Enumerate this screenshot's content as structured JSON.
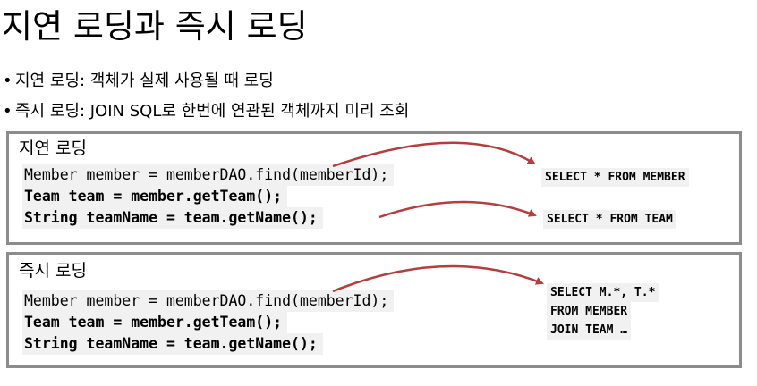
{
  "slide": {
    "title": "지연 로딩과 즉시 로딩",
    "bullets": [
      {
        "symbol": "•",
        "text": "지연 로딩: 객체가 실제 사용될 때 로딩"
      },
      {
        "symbol": "•",
        "text": "즉시 로딩: JOIN SQL로 한번에 연관된 객체까지 미리 조회"
      }
    ]
  },
  "lazy_box": {
    "title": "지연 로딩",
    "code": [
      "Member member = memberDAO.find(memberId);",
      "Team team = member.getTeam();",
      "String teamName = team.getName();"
    ],
    "sql": [
      "SELECT * FROM MEMBER",
      "SELECT * FROM TEAM"
    ]
  },
  "eager_box": {
    "title": "즉시 로딩",
    "code": [
      "Member member = memberDAO.find(memberId);",
      "Team team = member.getTeam();",
      "String teamName = team.getName();"
    ],
    "sql": [
      "SELECT M.*, T.*",
      "FROM MEMBER",
      "JOIN TEAM …"
    ]
  },
  "colors": {
    "arrow": "#b43d3d",
    "box_border": "#8c8c8c",
    "code_bg": "#f1f1f1"
  }
}
